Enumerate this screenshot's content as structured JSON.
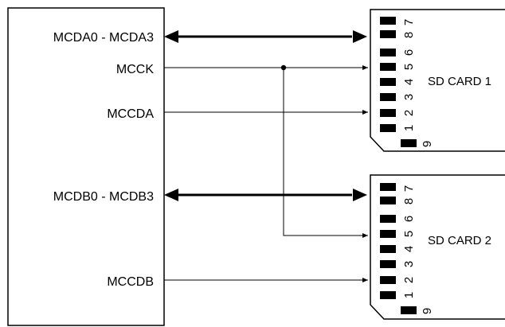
{
  "controller": {
    "signals": [
      {
        "key": "mcda",
        "label": "MCDA0 - MCDA3"
      },
      {
        "key": "mcck",
        "label": "MCCK"
      },
      {
        "key": "mccda",
        "label": "MCCDA"
      },
      {
        "key": "mcdb",
        "label": "MCDB0 - MCDB3"
      },
      {
        "key": "mccdb",
        "label": "MCCDB"
      }
    ]
  },
  "cards": [
    {
      "label": "SD CARD 1",
      "pins": [
        "7",
        "8",
        "6",
        "5",
        "4",
        "3",
        "2",
        "1",
        "9"
      ]
    },
    {
      "label": "SD CARD 2",
      "pins": [
        "7",
        "8",
        "6",
        "5",
        "4",
        "3",
        "2",
        "1",
        "9"
      ]
    }
  ]
}
